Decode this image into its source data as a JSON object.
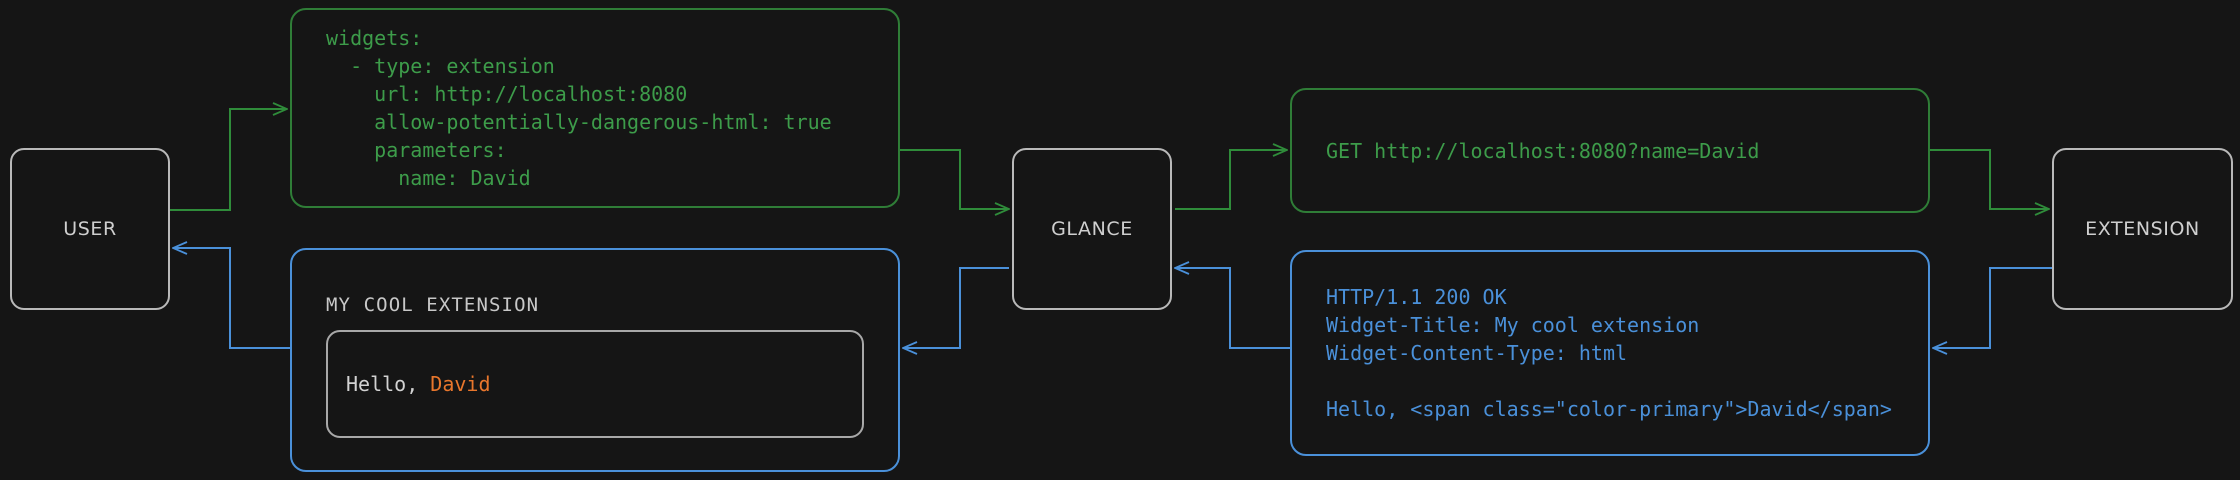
{
  "diagram": {
    "background_color": "#151515",
    "request_color": "#3d9c4a",
    "response_color": "#4a90d9",
    "node_border_color": "#b9b9b9",
    "accent_color": "#e8762c"
  },
  "nodes": {
    "user": {
      "label": "USER"
    },
    "glance": {
      "label": "GLANCE"
    },
    "extension": {
      "label": "EXTENSION"
    }
  },
  "boxes": {
    "config_yaml": {
      "text": "widgets:\n  - type: extension\n    url: http://localhost:8080\n    allow-potentially-dangerous-html: true\n    parameters:\n      name: David"
    },
    "http_request": {
      "text": "GET http://localhost:8080?name=David"
    },
    "http_response": {
      "text": "HTTP/1.1 200 OK\nWidget-Title: My cool extension\nWidget-Content-Type: html\n\nHello, <span class=\"color-primary\">David</span>"
    },
    "rendered_widget": {
      "title": "MY COOL EXTENSION",
      "greeting_prefix": "Hello, ",
      "greeting_name": "David"
    }
  }
}
